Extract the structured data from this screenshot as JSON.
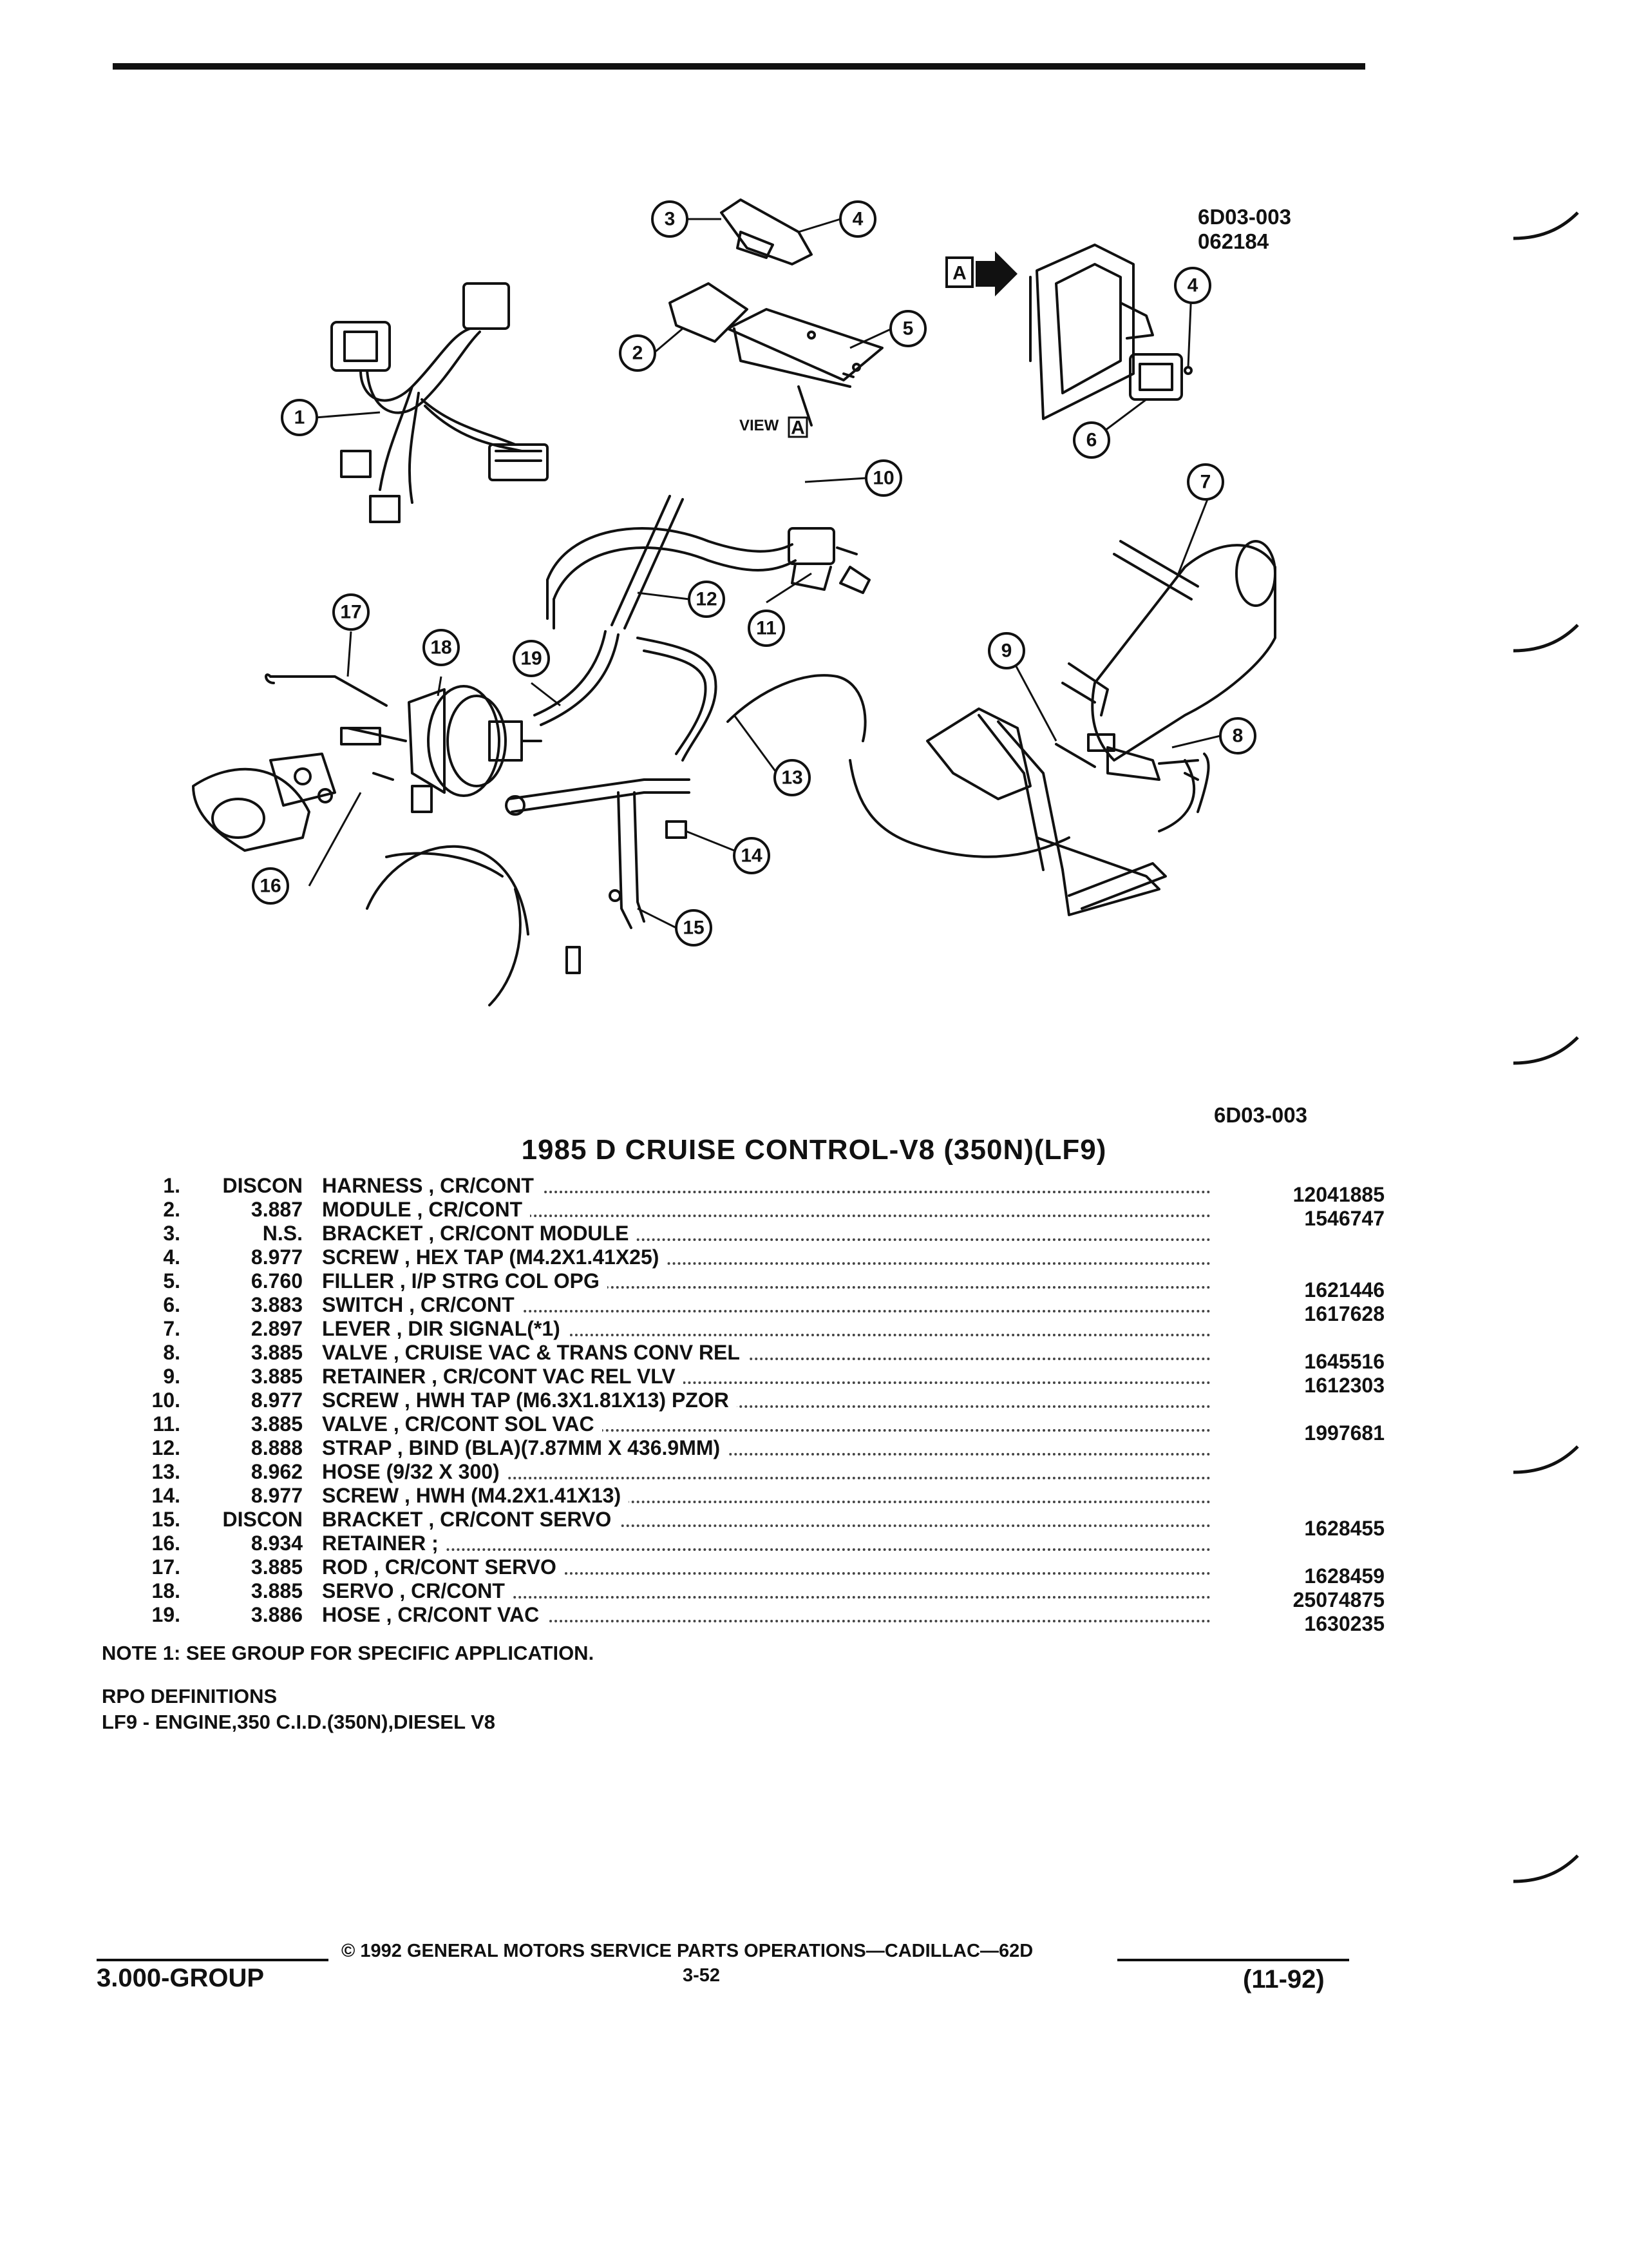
{
  "header": {
    "figure_code_top": "6D03-003",
    "figure_date_code": "062184",
    "figure_code_bottom": "6D03-003"
  },
  "diagram": {
    "view_label": "VIEW",
    "view_marker": "A",
    "callouts": [
      "1",
      "2",
      "3",
      "4",
      "4",
      "5",
      "6",
      "7",
      "8",
      "9",
      "10",
      "11",
      "12",
      "13",
      "14",
      "15",
      "16",
      "17",
      "18",
      "19"
    ]
  },
  "title": "1985 D CRUISE CONTROL-V8 (350N)(LF9)",
  "parts": [
    {
      "num": "1.",
      "qty": "DISCON",
      "desc": "HARNESS , CR/CONT",
      "pn": "12041885"
    },
    {
      "num": "2.",
      "qty": "3.887",
      "desc": "MODULE , CR/CONT",
      "pn": "1546747"
    },
    {
      "num": "3.",
      "qty": "N.S.",
      "desc": "BRACKET , CR/CONT MODULE",
      "pn": ""
    },
    {
      "num": "4.",
      "qty": "8.977",
      "desc": "SCREW , HEX TAP (M4.2X1.41X25)",
      "pn": ""
    },
    {
      "num": "5.",
      "qty": "6.760",
      "desc": "FILLER , I/P STRG COL OPG",
      "pn": "1621446"
    },
    {
      "num": "6.",
      "qty": "3.883",
      "desc": "SWITCH , CR/CONT",
      "pn": "1617628"
    },
    {
      "num": "7.",
      "qty": "2.897",
      "desc": "LEVER , DIR SIGNAL(*1)",
      "pn": ""
    },
    {
      "num": "8.",
      "qty": "3.885",
      "desc": "VALVE , CRUISE VAC & TRANS CONV REL",
      "pn": "1645516"
    },
    {
      "num": "9.",
      "qty": "3.885",
      "desc": "RETAINER , CR/CONT VAC REL VLV",
      "pn": "1612303"
    },
    {
      "num": "10.",
      "qty": "8.977",
      "desc": "SCREW , HWH TAP (M6.3X1.81X13) PZOR",
      "pn": ""
    },
    {
      "num": "11.",
      "qty": "3.885",
      "desc": "VALVE , CR/CONT SOL VAC",
      "pn": "1997681"
    },
    {
      "num": "12.",
      "qty": "8.888",
      "desc": "STRAP , BIND (BLA)(7.87MM X 436.9MM)",
      "pn": ""
    },
    {
      "num": "13.",
      "qty": "8.962",
      "desc": "HOSE (9/32 X 300)",
      "pn": ""
    },
    {
      "num": "14.",
      "qty": "8.977",
      "desc": "SCREW , HWH (M4.2X1.41X13)",
      "pn": ""
    },
    {
      "num": "15.",
      "qty": "DISCON",
      "desc": "BRACKET , CR/CONT SERVO",
      "pn": "1628455"
    },
    {
      "num": "16.",
      "qty": "8.934",
      "desc": "RETAINER ;",
      "pn": ""
    },
    {
      "num": "17.",
      "qty": "3.885",
      "desc": "ROD , CR/CONT SERVO",
      "pn": "1628459"
    },
    {
      "num": "18.",
      "qty": "3.885",
      "desc": "SERVO , CR/CONT",
      "pn": "25074875"
    },
    {
      "num": "19.",
      "qty": "3.886",
      "desc": "HOSE , CR/CONT VAC",
      "pn": "1630235"
    }
  ],
  "note": "NOTE  1:  SEE GROUP FOR SPECIFIC APPLICATION.",
  "rpo": {
    "heading": "RPO DEFINITIONS",
    "definition": "LF9 - ENGINE,350 C.I.D.(350N),DIESEL V8"
  },
  "footer": {
    "copyright": "©  1992  GENERAL MOTORS SERVICE PARTS OPERATIONS—CADILLAC—62D",
    "group": "3.000-GROUP",
    "page": "3-52",
    "date": "(11-92)"
  }
}
